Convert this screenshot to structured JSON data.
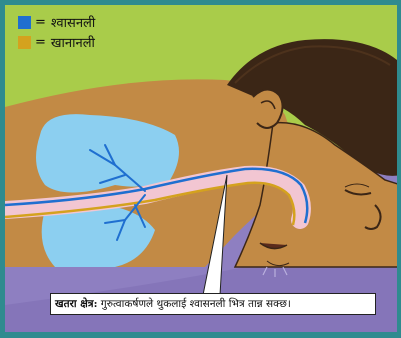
{
  "legend": {
    "items": [
      {
        "color": "#1f6fd0",
        "label": "श्वासनली",
        "meaning": "windpipe"
      },
      {
        "color": "#d4a21e",
        "label": "खानानली",
        "meaning": "food pipe"
      }
    ],
    "equals": "="
  },
  "caption": {
    "bold": "खतरा क्षेत्र:",
    "text": " गुरुत्वाकर्षणले थुकलाई श्वासनली भित्र तान्न सक्छ।"
  },
  "colors": {
    "background_green": "#a9cc4a",
    "floor_purple": "#8e7fc1",
    "skin_brown": "#c28a45",
    "hair_dark": "#3b2616",
    "lung_blue": "#8ccff0",
    "airway_pink": "#f2c6d2",
    "windpipe_blue": "#1f6fd0",
    "foodpipe_gold": "#d4a21e",
    "border_teal": "#2f8b8f"
  }
}
